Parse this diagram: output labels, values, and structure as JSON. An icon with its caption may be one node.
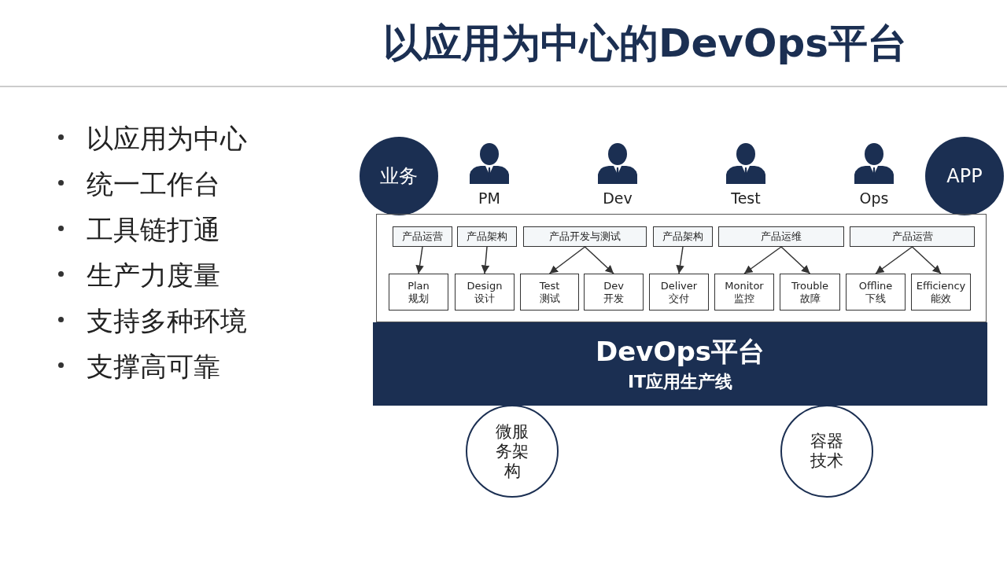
{
  "diagram": {
    "title": "以应用为中心的DevOps平台",
    "nodes": [
      {
        "text": [
          "业务"
        ]
      },
      {
        "text": [
          "APP"
        ]
      },
      {
        "text": [],
        "shape": "box"
      },
      {
        "text": [
          "产品运营"
        ],
        "in": 2
      },
      {
        "text": [
          "产品架构"
        ],
        "in": 2
      },
      {
        "text": [
          "产品开发与测试"
        ],
        "in": 2
      },
      {
        "text": [
          "产品架构"
        ],
        "in": 2
      },
      {
        "text": [
          "产品运维"
        ],
        "in": 2
      },
      {
        "text": [
          "产品运营"
        ],
        "in": 2
      },
      {
        "text": [
          "Plan",
          "规划"
        ],
        "in": 2
      },
      {
        "text": [
          "Design",
          "设计"
        ],
        "in": 2
      },
      {
        "text": [
          "Test",
          "测试"
        ],
        "in": 2
      },
      {
        "text": [
          "Dev",
          "开发"
        ],
        "in": 2
      },
      {
        "text": [
          "Deliver",
          "交付"
        ],
        "in": 2
      },
      {
        "text": [
          "Monitor",
          "监控"
        ],
        "in": 2
      },
      {
        "text": [
          "Trouble",
          "故障"
        ],
        "in": 2
      },
      {
        "text": [
          "Offline",
          "下线"
        ],
        "in": 2
      },
      {
        "text": [
          "Efficiency",
          "能效"
        ],
        "in": 2
      },
      {
        "text": [
          "DevOps平台",
          "IT应用生产线"
        ]
      },
      {
        "text": [
          "微服务架构"
        ]
      },
      {
        "text": [
          "容器技术"
        ]
      }
    ],
    "edges": [
      {
        "from": 3,
        "to": 9,
        "arrow": "to"
      },
      {
        "from": 4,
        "to": 10,
        "arrow": "to"
      },
      {
        "from": 5,
        "to": 11,
        "arrow": "to"
      },
      {
        "from": 5,
        "to": 12,
        "arrow": "to"
      },
      {
        "from": 6,
        "to": 13,
        "arrow": "to"
      },
      {
        "from": 7,
        "to": 14,
        "arrow": "to"
      },
      {
        "from": 7,
        "to": 15,
        "arrow": "to"
      },
      {
        "from": 8,
        "to": 16,
        "arrow": "to"
      },
      {
        "from": 8,
        "to": 17,
        "arrow": "to"
      }
    ],
    "labels": [
      "以应用为中心",
      "统一工作台",
      "工具链打通",
      "生产力度量",
      "支持多种环境",
      "支撑高可靠",
      "PM",
      "Dev",
      "Test",
      "Ops"
    ]
  }
}
